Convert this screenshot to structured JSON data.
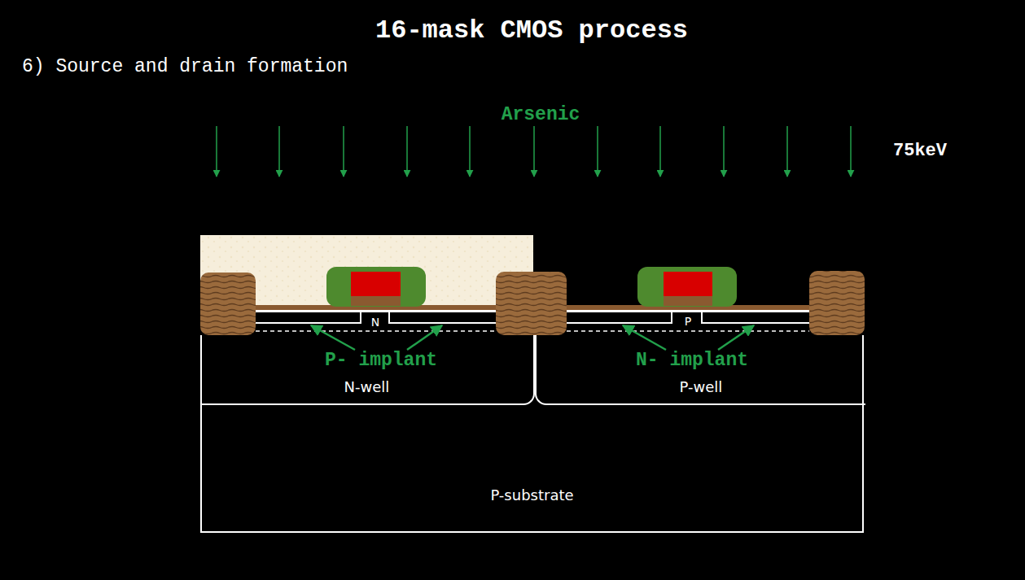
{
  "diagram": {
    "title": "16-mask CMOS process",
    "nodes": [
      {
        "text": [
          "P-substrate"
        ]
      },
      {
        "text": [
          "N-well"
        ],
        "in": 0
      },
      {
        "text": [
          "P-well"
        ],
        "in": 0
      }
    ],
    "labels": [
      "6) Source and drain formation",
      "Arsenic",
      "75keV",
      "N",
      "P",
      "P- implant",
      "N- implant"
    ]
  }
}
